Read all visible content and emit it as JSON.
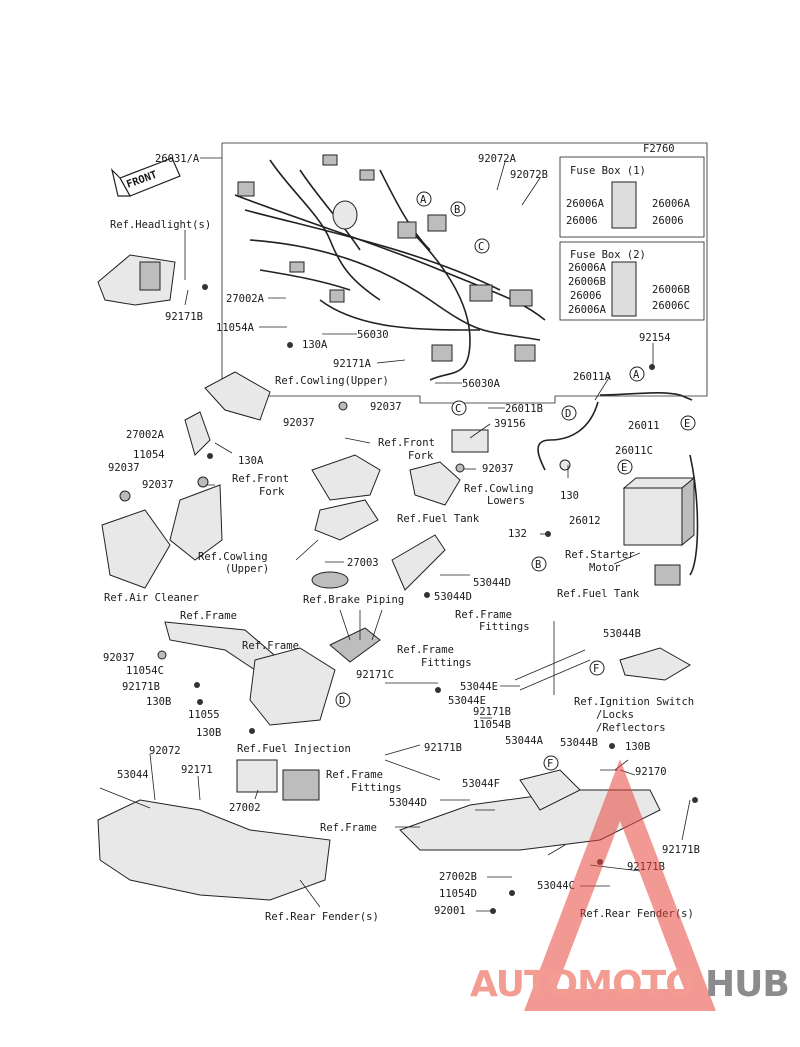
{
  "figure_code": "F2760",
  "front_label": "FRONT",
  "watermark": {
    "left": "AUTOMOTO",
    "right": "HUB",
    "accent": "#e8463c",
    "gray": "#8c8c8c"
  },
  "fuse_box_1": {
    "title": "Fuse Box (1)",
    "left_codes": [
      "26006A",
      "26006"
    ],
    "right_codes": [
      "26006A",
      "26006"
    ]
  },
  "fuse_box_2": {
    "title": "Fuse Box (2)",
    "left_codes": [
      "26006A",
      "26006B",
      "26006",
      "26006A"
    ],
    "right_codes": [
      "26006B",
      "26006C"
    ]
  },
  "labels": {
    "l26031": "26031/A",
    "l92072A": "92072A",
    "l92072B": "92072B",
    "refHeadlight": "Ref.Headlight(s)",
    "l92171B_a": "92171B",
    "l27002A_a": "27002A",
    "l11054A": "11054A",
    "l130A_a": "130A",
    "l56030": "56030",
    "l92171A": "92171A",
    "refCowlUpper1": "Ref.Cowling(Upper)",
    "l56030A": "56030A",
    "l92154": "92154",
    "l26011A": "26011A",
    "l26011": "26011",
    "l92037_a": "92037",
    "l92037_b": "92037",
    "l26011B": "26011B",
    "l27002A_b": "27002A",
    "refFrontFork1": "Ref.Front",
    "refFrontFork1b": "Fork",
    "l39156": "39156",
    "l26011C": "26011C",
    "l11054": "11054",
    "l130A_b": "130A",
    "l92037_c": "92037",
    "refFrontFork2": "Ref.Front",
    "refFrontFork2b": "Fork",
    "l92037_d": "92037",
    "refCowlLowers": "Ref.Cowling",
    "refCowlLowersb": "Lowers",
    "l130": "130",
    "l92037_e": "92037",
    "refFuelTank1": "Ref.Fuel Tank",
    "l26012": "26012",
    "l132": "132",
    "refCowlUpper2": "Ref.Cowling",
    "refCowlUpper2b": "(Upper)",
    "l27003": "27003",
    "refStarter": "Ref.Starter",
    "refStarterb": "Motor",
    "l53044D_a": "53044D",
    "refAirCleaner": "Ref.Air Cleaner",
    "refBrake": "Ref.Brake Piping",
    "l53044D_b": "53044D",
    "refFuelTank2": "Ref.Fuel Tank",
    "refFrame1": "Ref.Frame",
    "refFrameFit1": "Ref.Frame",
    "refFrameFit1b": "Fittings",
    "l53044B_a": "53044B",
    "refFrame2": "Ref.Frame",
    "l92037_f": "92037",
    "l11054C": "11054C",
    "l92171B_b": "92171B",
    "l130B_a": "130B",
    "l92171C": "92171C",
    "refFrameFit2": "Ref.Frame",
    "refFrameFit2b": "Fittings",
    "l53044E_a": "53044E",
    "refIgnition": "Ref.Ignition Switch",
    "refIgnitionb": "/Locks",
    "refIgnitionc": "/Reflectors",
    "l53044E_b": "53044E",
    "l11055": "11055",
    "l92171B_c": "92171B",
    "l11054B": "11054B",
    "l130B_b": "130B",
    "l92072": "92072",
    "refFuelInj": "Ref.Fuel Injection",
    "l92171B_d": "92171B",
    "l53044A": "53044A",
    "l53044B_b": "53044B",
    "l130B_c": "130B",
    "l53044": "53044",
    "l92171": "92171",
    "refFrameFit3": "Ref.Frame",
    "refFrameFit3b": "Fittings",
    "l92170": "92170",
    "l53044F": "53044F",
    "l27002": "27002",
    "l53044D_c": "53044D",
    "refFrame3": "Ref.Frame",
    "l92171B_e": "92171B",
    "l92171B_f": "92171B",
    "l27002B": "27002B",
    "l53044C": "53044C",
    "l11054D": "11054D",
    "l92001": "92001",
    "refRearFender1": "Ref.Rear Fender(s)",
    "refRearFender2": "Ref.Rear Fender(s)"
  },
  "callouts": [
    "A",
    "B",
    "C",
    "D",
    "E",
    "F"
  ]
}
